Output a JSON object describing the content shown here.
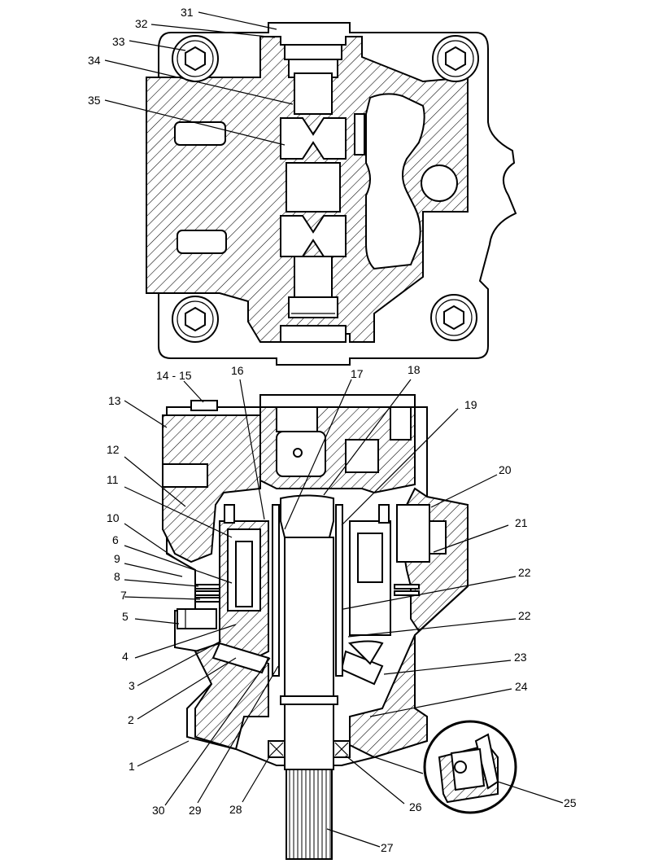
{
  "callouts": {
    "c1": "1",
    "c2": "2",
    "c3": "3",
    "c4": "4",
    "c5": "5",
    "c6": "6",
    "c7": "7",
    "c8": "8",
    "c9": "9",
    "c10": "10",
    "c11": "11",
    "c12": "12",
    "c13": "13",
    "c14_15": "14 - 15",
    "c16": "16",
    "c17": "17",
    "c18": "18",
    "c19": "19",
    "c20": "20",
    "c21": "21",
    "c22a": "22",
    "c22b": "22",
    "c23": "23",
    "c24": "24",
    "c25": "25",
    "c26": "26",
    "c27": "27",
    "c28": "28",
    "c29": "29",
    "c30": "30",
    "c31": "31",
    "c32": "32",
    "c33": "33",
    "c34": "34",
    "c35": "35"
  },
  "colors": {
    "ink": "#000000",
    "paper": "#ffffff"
  }
}
